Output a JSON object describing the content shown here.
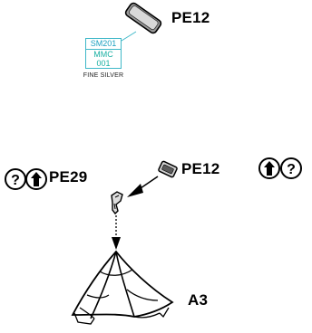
{
  "labels": {
    "pe12_top": "PE12",
    "pe29": "PE29",
    "pe12_bottom": "PE12",
    "a3": "A3"
  },
  "spec": {
    "code": "SM201",
    "material": "MMC",
    "number": "001",
    "finish": "FINE SILVER"
  },
  "colors": {
    "line": "#000000",
    "spec_border": "#3fb8c8",
    "spec_text": "#1ab0a3",
    "part_fill": "#bfbfbf",
    "icon_fill": "#ffffff"
  },
  "icons": [
    "help-icon",
    "arrow-up-icon",
    "help-icon",
    "arrow-up-icon"
  ]
}
